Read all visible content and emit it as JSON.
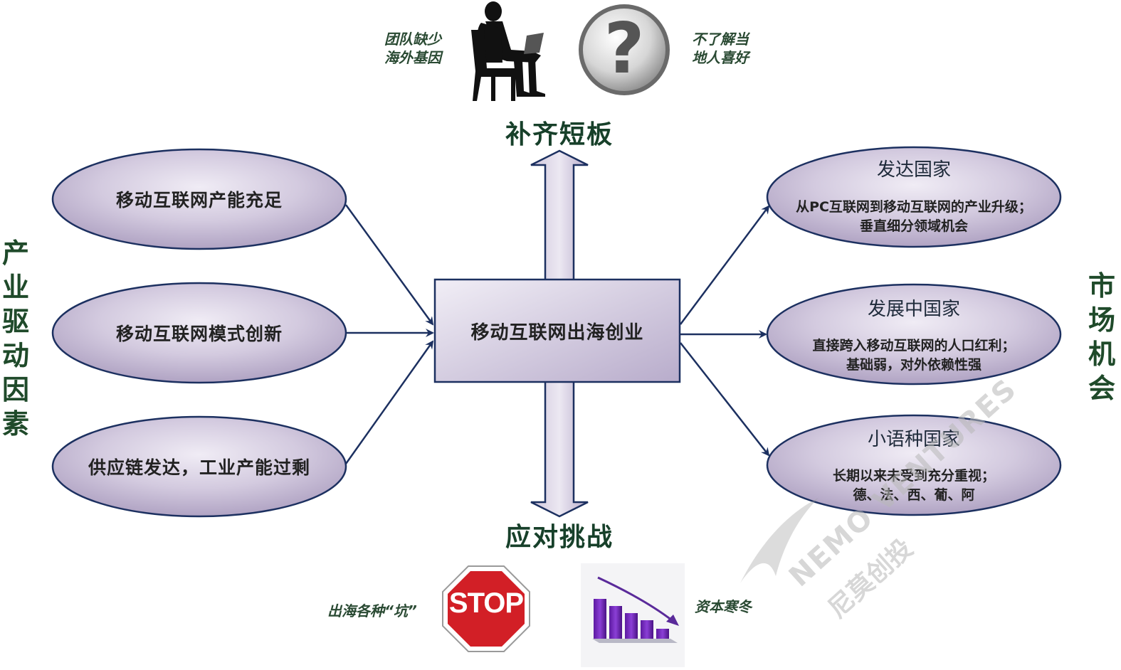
{
  "diagram": {
    "center": "移动互联网出海创业",
    "left_label": "产业驱动因素",
    "right_label": "市场机会",
    "top_label": "补齐短板",
    "bottom_label": "应对挑战",
    "drivers": [
      "移动互联网产能充足",
      "移动互联网模式创新",
      "供应链发达，工业产能过剩"
    ],
    "opportunities": [
      {
        "title": "发达国家",
        "desc_line1": "从PC互联网到移动互联网的产业升级；",
        "desc_line2": "垂直细分领域机会"
      },
      {
        "title": "发展中国家",
        "desc_line1": "直接跨入移动互联网的人口红利；",
        "desc_line2": "基础弱，对外依赖性强"
      },
      {
        "title": "小语种国家",
        "desc_line1": "长期以来未受到充分重视；",
        "desc_line2": "德、法、西、葡、阿"
      }
    ],
    "top_notes": {
      "left_line1": "团队缺少",
      "left_line2": "海外基因",
      "right_line1": "不了解当",
      "right_line2": "地人喜好"
    },
    "bottom_notes": {
      "left": "出海各种“坑”",
      "right": "资本寒冬"
    },
    "stop_sign_text": "STOP",
    "question_mark": "?",
    "watermark_en": "NEMO VENTURES",
    "watermark_cn": "尼莫创投"
  },
  "colors": {
    "shape_fill_light": "#ece8f2",
    "shape_fill_dark": "#b3a7c6",
    "shape_stroke": "#1c3060",
    "arrow": "#1c3060",
    "label_green": "#1f4a2a",
    "stop_red": "#d21f26",
    "bar_purple": "#7b2fc0"
  }
}
